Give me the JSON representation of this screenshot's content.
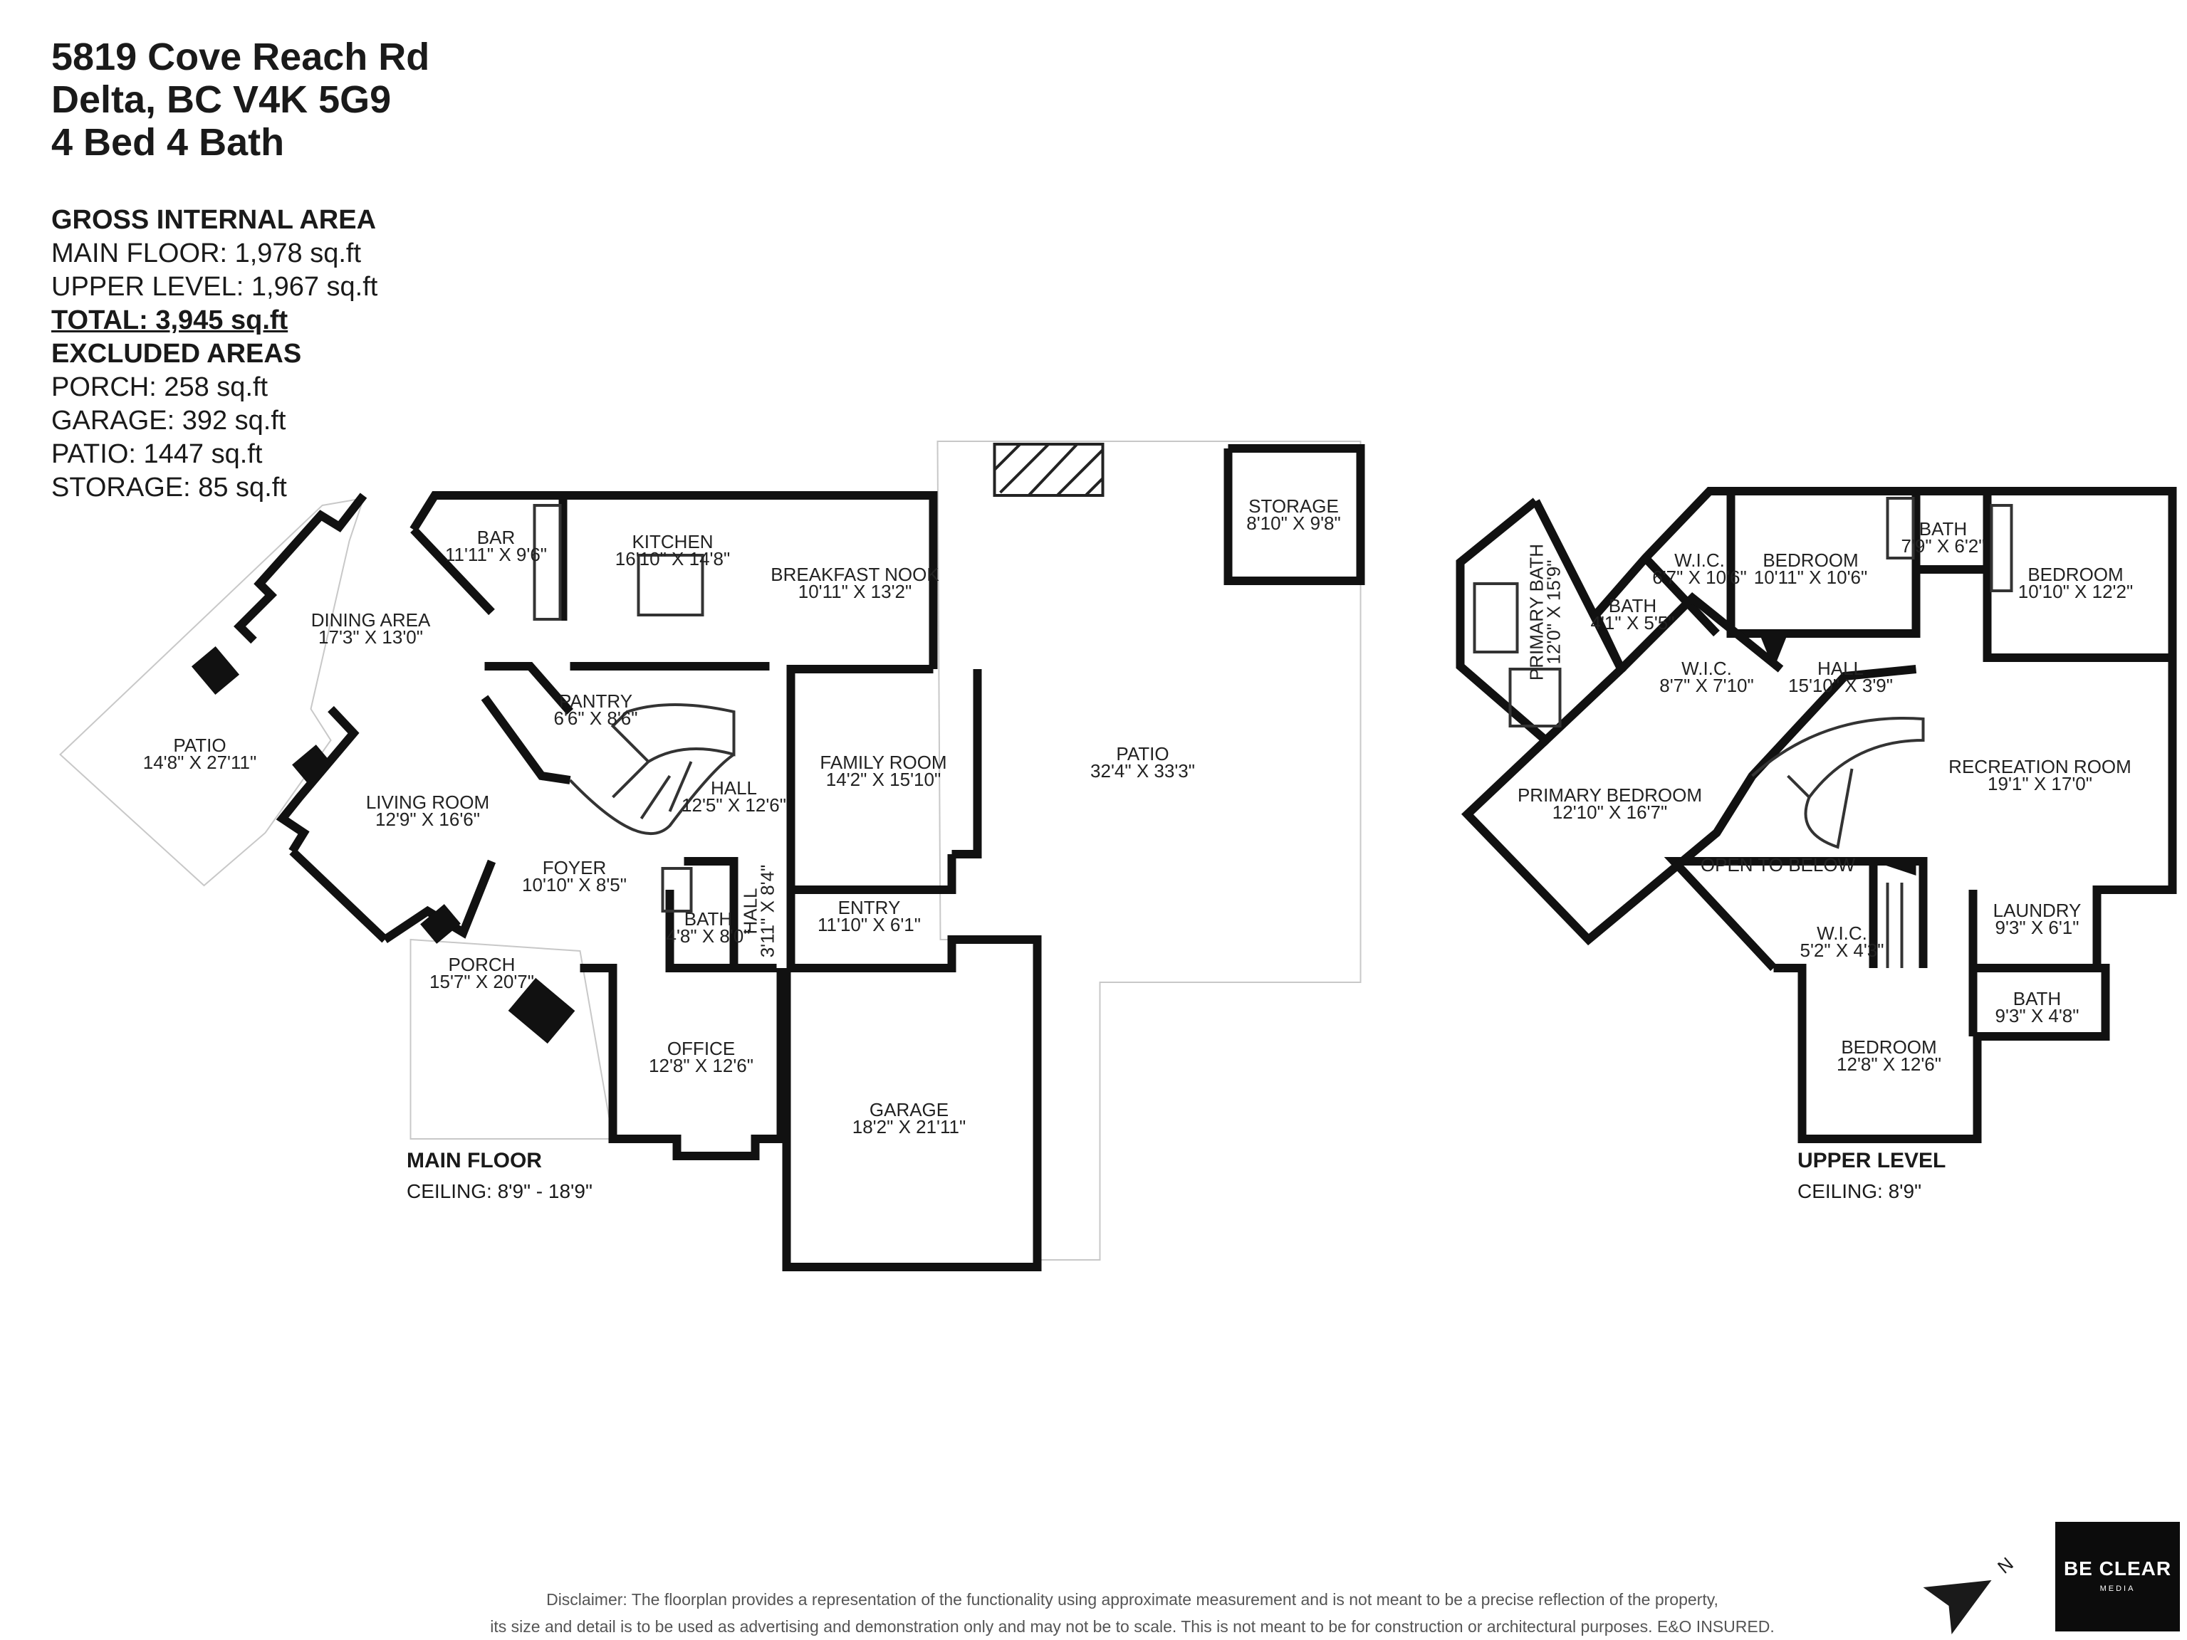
{
  "header": {
    "address_line1": "5819 Cove Reach Rd",
    "address_line2": "Delta, BC V4K 5G9",
    "beds_baths": "4 Bed 4 Bath"
  },
  "areas": {
    "gross_title": "GROSS INTERNAL AREA",
    "main_floor": "MAIN FLOOR: 1,978 sq.ft",
    "upper_level": "UPPER LEVEL: 1,967 sq.ft",
    "total": "TOTAL: 3,945 sq.ft",
    "excluded_title": "EXCLUDED AREAS",
    "porch": "PORCH: 258 sq.ft",
    "garage": "GARAGE: 392 sq.ft",
    "patio": "PATIO: 1447 sq.ft",
    "storage": "STORAGE: 85 sq.ft"
  },
  "main_floor": {
    "title": "MAIN FLOOR",
    "ceiling": "CEILING: 8'9\" - 18'9\"",
    "rooms": [
      {
        "name": "BAR",
        "dims": "11'11\" X 9'6\""
      },
      {
        "name": "KITCHEN",
        "dims": "16'10\" X 14'8\""
      },
      {
        "name": "BREAKFAST NOOK",
        "dims": "10'11\" X 13'2\""
      },
      {
        "name": "STORAGE",
        "dims": "8'10\" X 9'8\""
      },
      {
        "name": "DINING AREA",
        "dims": "17'3\" X 13'0\""
      },
      {
        "name": "PANTRY",
        "dims": "6'6\" X 8'6\""
      },
      {
        "name": "PATIO",
        "dims": "14'8\" X 27'11\""
      },
      {
        "name": "LIVING ROOM",
        "dims": "12'9\" X 16'6\""
      },
      {
        "name": "HALL",
        "dims": "12'5\" X 12'6\""
      },
      {
        "name": "FAMILY ROOM",
        "dims": "14'2\" X 15'10\""
      },
      {
        "name": "PATIO",
        "dims": "32'4\" X 33'3\""
      },
      {
        "name": "FOYER",
        "dims": "10'10\" X 8'5\""
      },
      {
        "name": "BATH",
        "dims": "4'8\" X 8'0\""
      },
      {
        "name": "HALL",
        "dims": "3'11\" X 8'4\""
      },
      {
        "name": "ENTRY",
        "dims": "11'10\" X 6'1\""
      },
      {
        "name": "PORCH",
        "dims": "15'7\" X 20'7\""
      },
      {
        "name": "OFFICE",
        "dims": "12'8\" X 12'6\""
      },
      {
        "name": "GARAGE",
        "dims": "18'2\" X 21'11\""
      }
    ]
  },
  "upper_level": {
    "title": "UPPER LEVEL",
    "ceiling": "CEILING: 8'9\"",
    "rooms": [
      {
        "name": "W.I.C.",
        "dims": "6'7\" X 10'6\""
      },
      {
        "name": "BEDROOM",
        "dims": "10'11\" X 10'6\""
      },
      {
        "name": "BATH",
        "dims": "7'9\" X 6'2\""
      },
      {
        "name": "BEDROOM",
        "dims": "10'10\" X 12'2\""
      },
      {
        "name": "PRIMARY BATH",
        "dims": "12'0\" X 15'9\""
      },
      {
        "name": "BATH",
        "dims": "4'1\" X 5'5\""
      },
      {
        "name": "W.I.C.",
        "dims": "8'7\" X 7'10\""
      },
      {
        "name": "HALL",
        "dims": "15'10\" X 3'9\""
      },
      {
        "name": "RECREATION ROOM",
        "dims": "19'1\" X 17'0\""
      },
      {
        "name": "PRIMARY BEDROOM",
        "dims": "12'10\" X 16'7\""
      },
      {
        "name": "OPEN TO BELOW",
        "dims": ""
      },
      {
        "name": "LAUNDRY",
        "dims": "9'3\" X 6'1\""
      },
      {
        "name": "W.I.C.",
        "dims": "5'2\" X 4'3\""
      },
      {
        "name": "BATH",
        "dims": "9'3\" X 4'8\""
      },
      {
        "name": "BEDROOM",
        "dims": "12'8\" X 12'6\""
      }
    ]
  },
  "compass": {
    "letter": "N"
  },
  "disclaimer": {
    "line1": "Disclaimer: The floorplan provides a representation of the functionality using approximate measurement and is not meant to be a precise reflection of the property,",
    "line2": "its size and detail is to be used as advertising and demonstration only and may not be to scale. This is not meant to be for construction or architectural purposes. E&O INSURED."
  },
  "logo": {
    "line1": "BE CLEAR",
    "line2": "MEDIA"
  }
}
